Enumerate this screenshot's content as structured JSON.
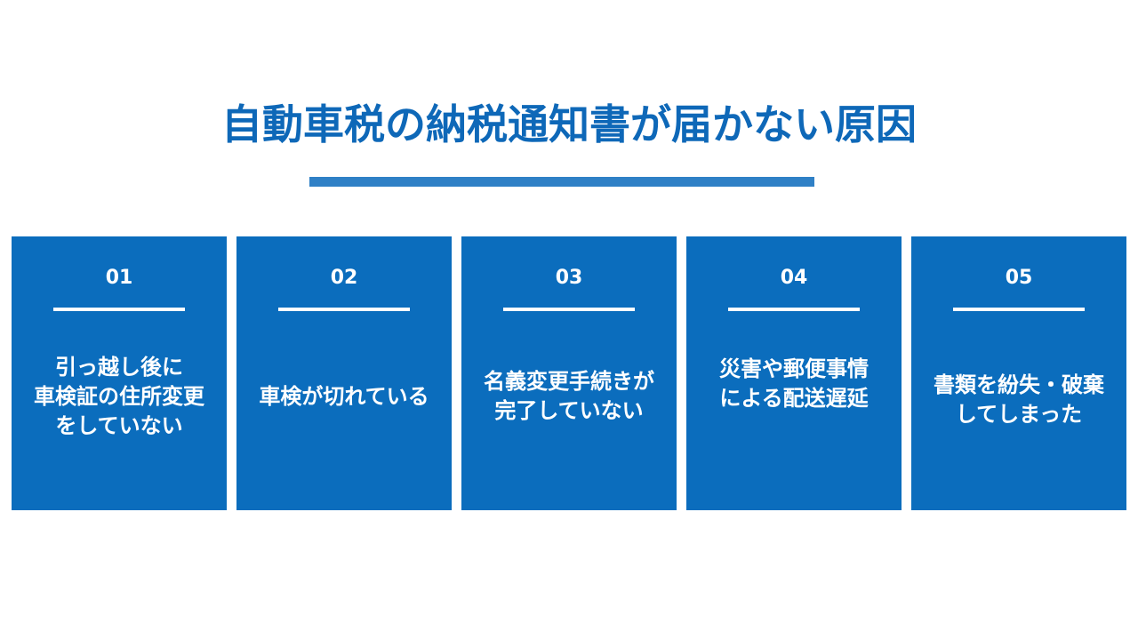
{
  "title": "自動車税の納税通知書が届かない原因",
  "colors": {
    "card": "#0b6dbd",
    "title": "#0e68b8",
    "bar": "#2f80c6"
  },
  "cards": [
    {
      "number": "01",
      "lines": [
        "引っ越し後に",
        "車検証の住所変更",
        "をしていない"
      ]
    },
    {
      "number": "02",
      "lines": [
        "車検が切れている"
      ]
    },
    {
      "number": "03",
      "lines": [
        "名義変更手続きが",
        "完了していない"
      ]
    },
    {
      "number": "04",
      "lines": [
        "災害や郵便事情",
        "による配送遅延"
      ]
    },
    {
      "number": "05",
      "lines": [
        "書類を紛失・破棄",
        "してしまった"
      ]
    }
  ]
}
